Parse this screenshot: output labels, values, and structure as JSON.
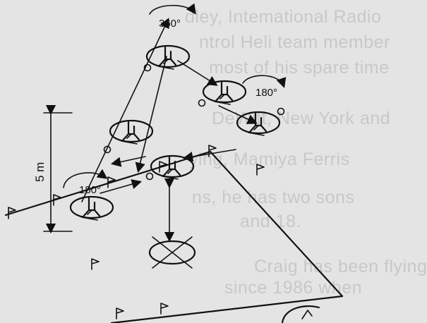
{
  "labels": {
    "rotation_top": "360°",
    "rotation_right": "180°",
    "rotation_left": "180°",
    "height": "5 m"
  },
  "background_text": [
    "dley, Intemational Radio",
    "ntrol Heli team member",
    "most of his spare time",
    "DeWitt, New York and",
    "ying, Mamiya Ferris",
    "ns, he has two sons",
    "and 18.",
    "Craig has been flying",
    "since 1986 when"
  ],
  "colors": {
    "background": "#e4e4e4",
    "ink": "#111111",
    "faded_text": "#c8c8c8"
  }
}
